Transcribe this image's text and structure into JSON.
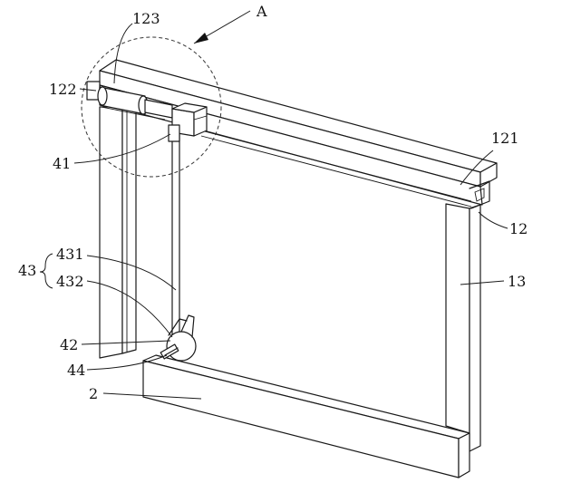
{
  "labels": {
    "detail_a": "A",
    "l123": "123",
    "l122": "122",
    "l41": "41",
    "l121": "121",
    "l12": "12",
    "l43": "43",
    "l431": "431",
    "l432": "432",
    "l13": "13",
    "l42": "42",
    "l44": "44",
    "l2": "2"
  }
}
